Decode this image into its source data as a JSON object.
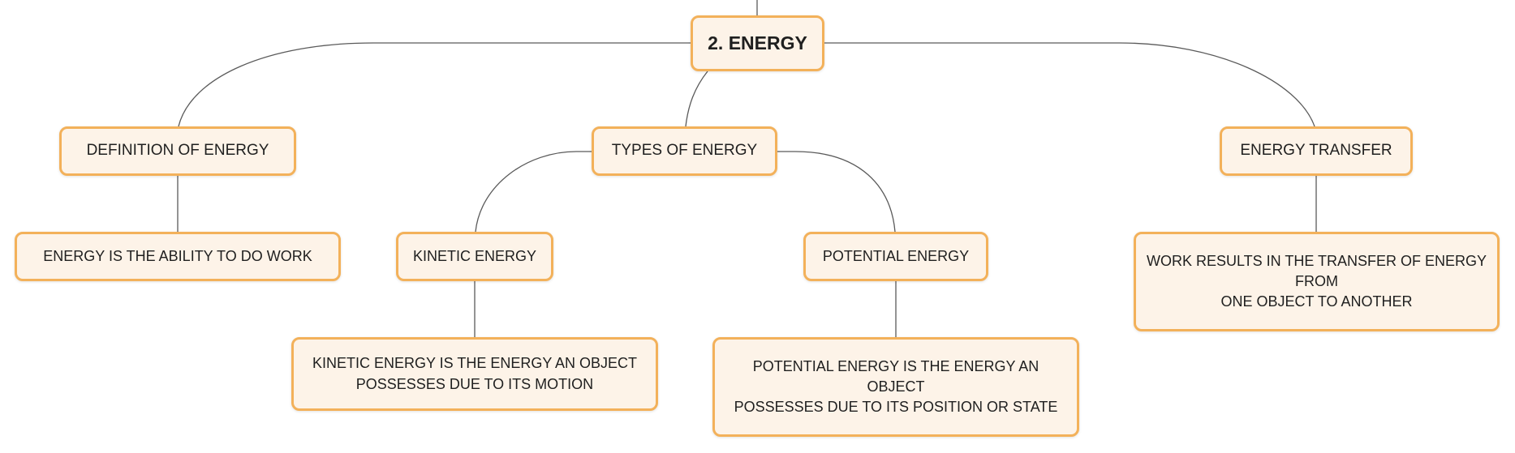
{
  "diagram": {
    "root": {
      "label": "2. ENERGY"
    },
    "branches": {
      "definition": {
        "label": "DEFINITION OF ENERGY",
        "detail": "ENERGY IS THE ABILITY TO DO WORK"
      },
      "types": {
        "label": "TYPES OF ENERGY",
        "kinetic": {
          "label": "KINETIC ENERGY",
          "detail_line1": "KINETIC ENERGY IS THE ENERGY AN OBJECT",
          "detail_line2": "POSSESSES DUE TO ITS MOTION"
        },
        "potential": {
          "label": "POTENTIAL ENERGY",
          "detail_line1": "POTENTIAL ENERGY IS THE ENERGY AN OBJECT",
          "detail_line2": "POSSESSES DUE TO ITS POSITION OR STATE"
        }
      },
      "transfer": {
        "label": "ENERGY TRANSFER",
        "detail_line1": "WORK RESULTS IN THE TRANSFER OF ENERGY FROM",
        "detail_line2": "ONE OBJECT TO ANOTHER"
      }
    },
    "colors": {
      "node_fill": "#fdf3e8",
      "node_border": "#f3b15a",
      "connector": "#5a5a5a",
      "text": "#1f1f1f"
    }
  }
}
